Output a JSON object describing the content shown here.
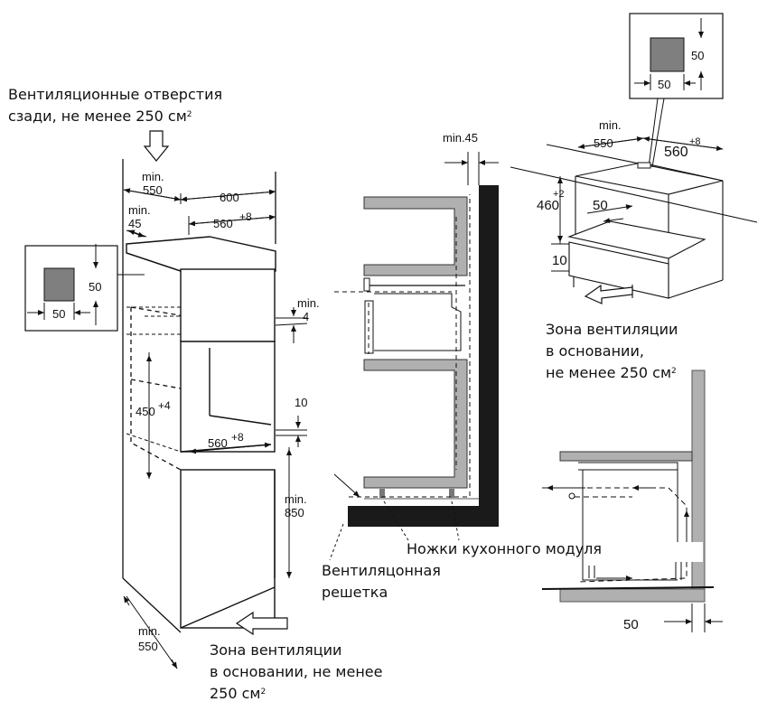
{
  "labels": {
    "vent_rear_line1": "Вентиляционные отверстия",
    "vent_rear_line2": "сзади, не менее 250 см",
    "vent_base_right_line1": "Зона вентиляции",
    "vent_base_right_line2": "в основании,",
    "vent_base_right_line3": "не менее 250 см",
    "vent_base_left_line1": "Зона вентиляции",
    "vent_base_left_line2": "в основании, не менее",
    "vent_base_left_line3": "250 см",
    "legs": "Ножки кухонного модуля",
    "grille_line1": "Вентиляцонная",
    "grille_line2": "решетка",
    "sup2": "2"
  },
  "dims": {
    "min_label": "min.",
    "min45_top": "min.45",
    "d550": "550",
    "d600": "600",
    "d560_8": "560",
    "plus8": "+8",
    "d45": "45",
    "d50": "50",
    "d4": "4",
    "d450": "450",
    "plus4": "+4",
    "d10": "10",
    "d850": "850",
    "d460": "460",
    "plus2": "+2"
  }
}
